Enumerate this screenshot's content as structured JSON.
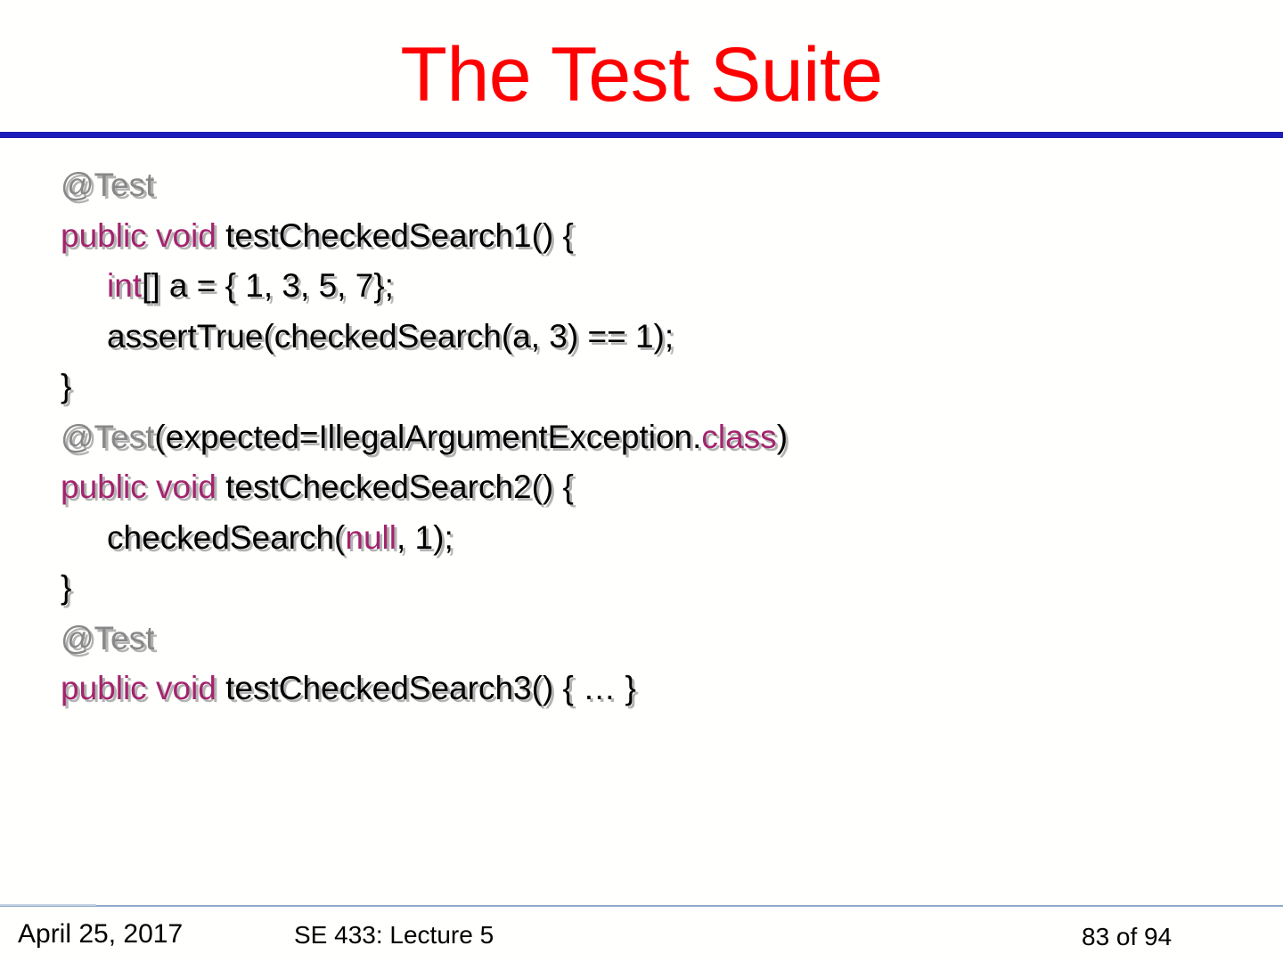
{
  "slide": {
    "title": "The Test Suite",
    "title_color": "#ff0000",
    "rule_color": "#1d1db9",
    "background_color": "#ffffff",
    "keyword_color": "#a3246e",
    "annotation_color": "#888888",
    "code_color": "#000000"
  },
  "code": {
    "lines": [
      {
        "indent": 0,
        "tokens": [
          {
            "kind": "anno",
            "text": "@Test"
          }
        ]
      },
      {
        "indent": 0,
        "tokens": [
          {
            "kind": "kw",
            "text": "public void"
          },
          {
            "kind": "plain",
            "text": " testCheckedSearch1() {"
          }
        ]
      },
      {
        "indent": 1,
        "tokens": [
          {
            "kind": "kw",
            "text": "int"
          },
          {
            "kind": "plain",
            "text": "[] a = { 1, 3, 5, 7};"
          }
        ]
      },
      {
        "indent": 1,
        "tokens": [
          {
            "kind": "plain",
            "text": "assertTrue(checkedSearch(a, 3) == 1);"
          }
        ]
      },
      {
        "indent": 0,
        "tokens": [
          {
            "kind": "plain",
            "text": "}"
          }
        ]
      },
      {
        "indent": 0,
        "tokens": [
          {
            "kind": "anno",
            "text": "@Test"
          },
          {
            "kind": "plain",
            "text": "(expected=IllegalArgumentException."
          },
          {
            "kind": "kw",
            "text": "class"
          },
          {
            "kind": "plain",
            "text": ")"
          }
        ]
      },
      {
        "indent": 0,
        "tokens": [
          {
            "kind": "kw",
            "text": "public void"
          },
          {
            "kind": "plain",
            "text": " testCheckedSearch2() {"
          }
        ]
      },
      {
        "indent": 1,
        "tokens": [
          {
            "kind": "plain",
            "text": "checkedSearch("
          },
          {
            "kind": "kw",
            "text": "null"
          },
          {
            "kind": "plain",
            "text": ", 1);"
          }
        ]
      },
      {
        "indent": 0,
        "tokens": [
          {
            "kind": "plain",
            "text": "}"
          }
        ]
      },
      {
        "indent": 0,
        "tokens": [
          {
            "kind": "anno",
            "text": "@Test"
          }
        ]
      },
      {
        "indent": 0,
        "tokens": [
          {
            "kind": "kw",
            "text": "public void"
          },
          {
            "kind": "plain",
            "text": " testCheckedSearch3() { … }"
          }
        ]
      }
    ]
  },
  "footer": {
    "date": "April 25, 2017",
    "course": "SE 433: Lecture 5",
    "page": "83 of 94",
    "rule_color": "#8fa8c8"
  }
}
